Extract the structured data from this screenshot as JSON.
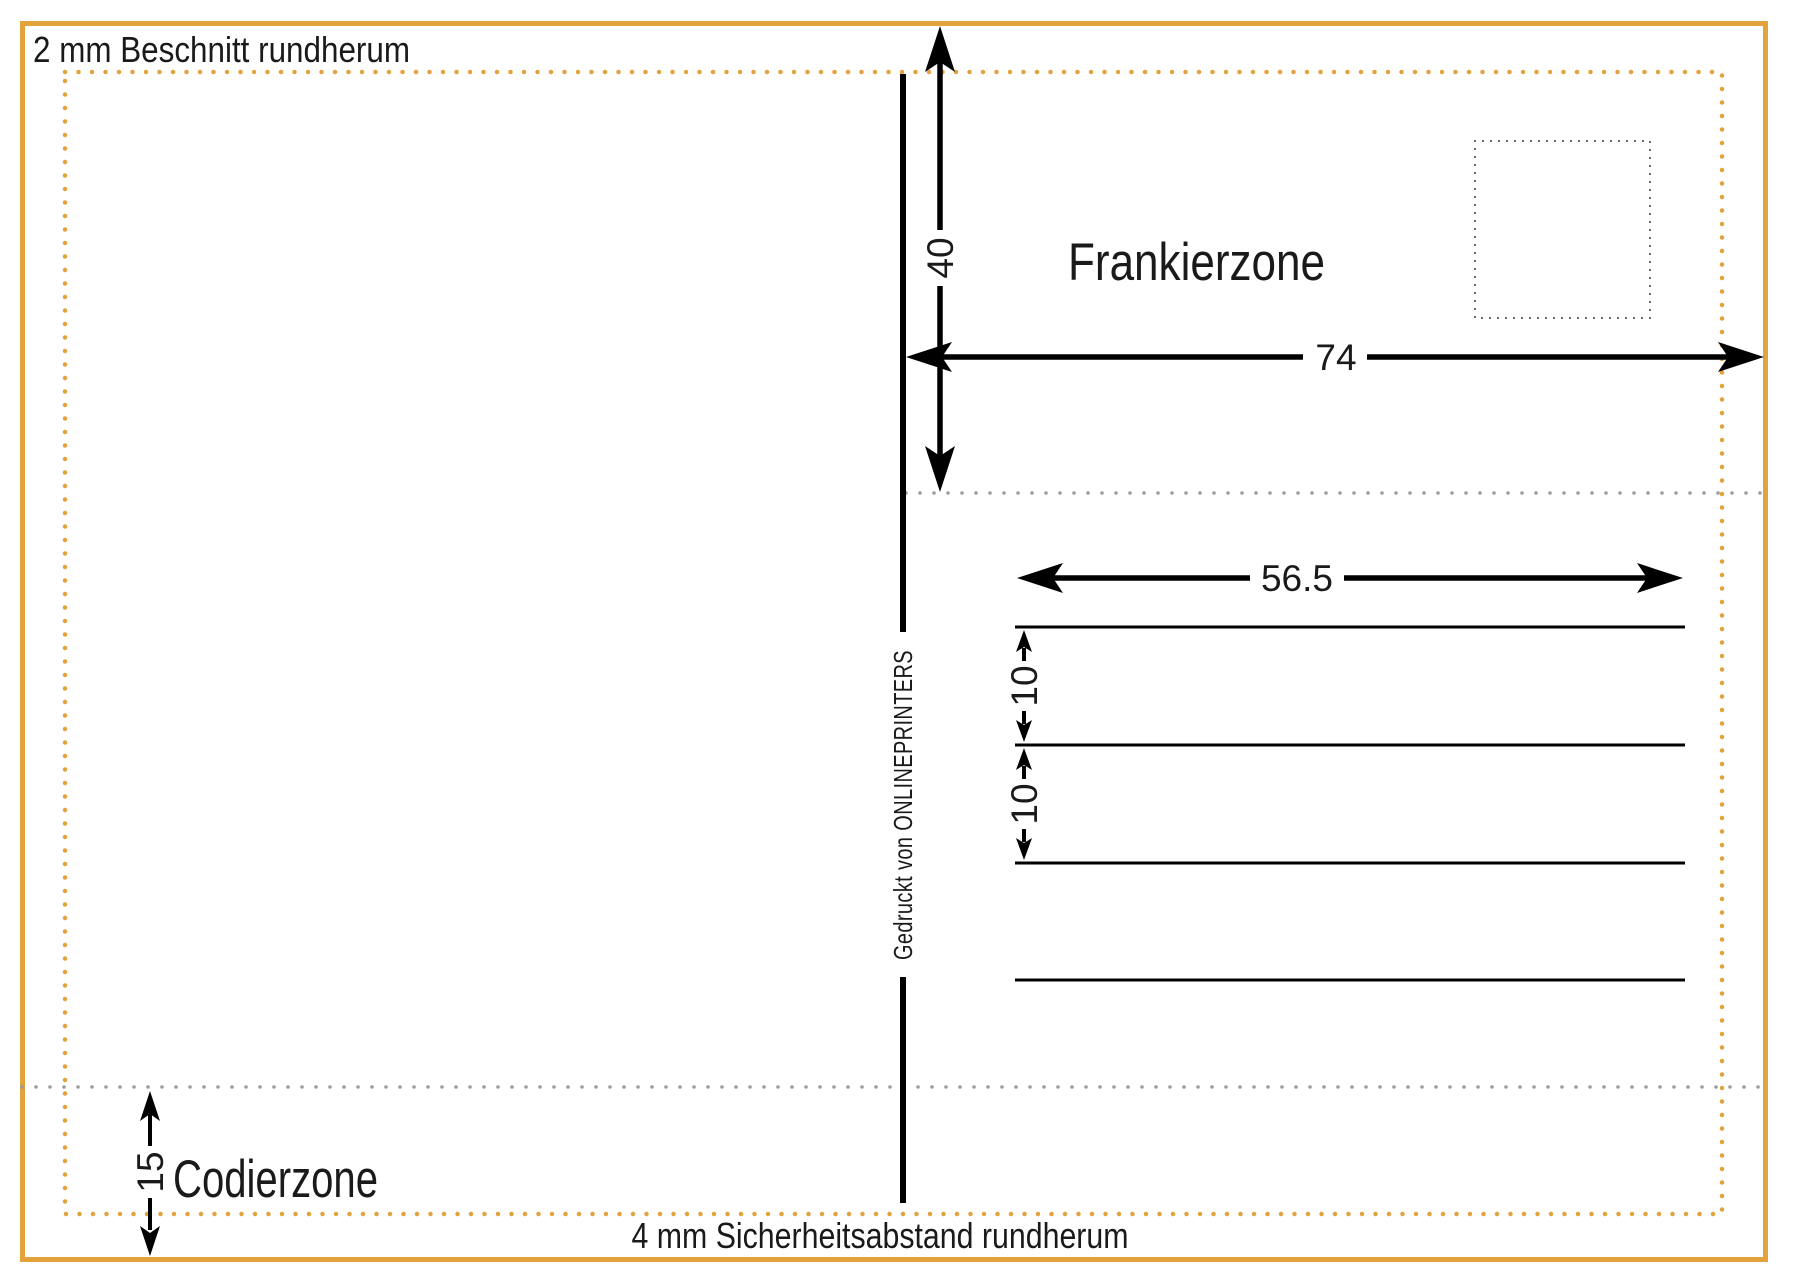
{
  "template": {
    "bleed_note": "2 mm Beschnitt rundherum",
    "safety_note": "4 mm Sicherheitsabstand rundherum",
    "zones": {
      "franking": "Frankierzone",
      "coding": "Codierzone"
    },
    "printer_credit": "Gedruckt von ONLINEPRINTERS",
    "dimensions_mm": {
      "franking_height": "40",
      "franking_width": "74",
      "address_line_length": "56.5",
      "line_spacing_1": "10",
      "line_spacing_2": "10",
      "coding_height": "15"
    },
    "address_line_count": 4,
    "colors": {
      "guide_orange": "#E2A33C",
      "guide_gray": "#9A9A9A",
      "ink_black": "#1A1A1A",
      "stamp_dot_gray": "#3A3A3A"
    }
  }
}
